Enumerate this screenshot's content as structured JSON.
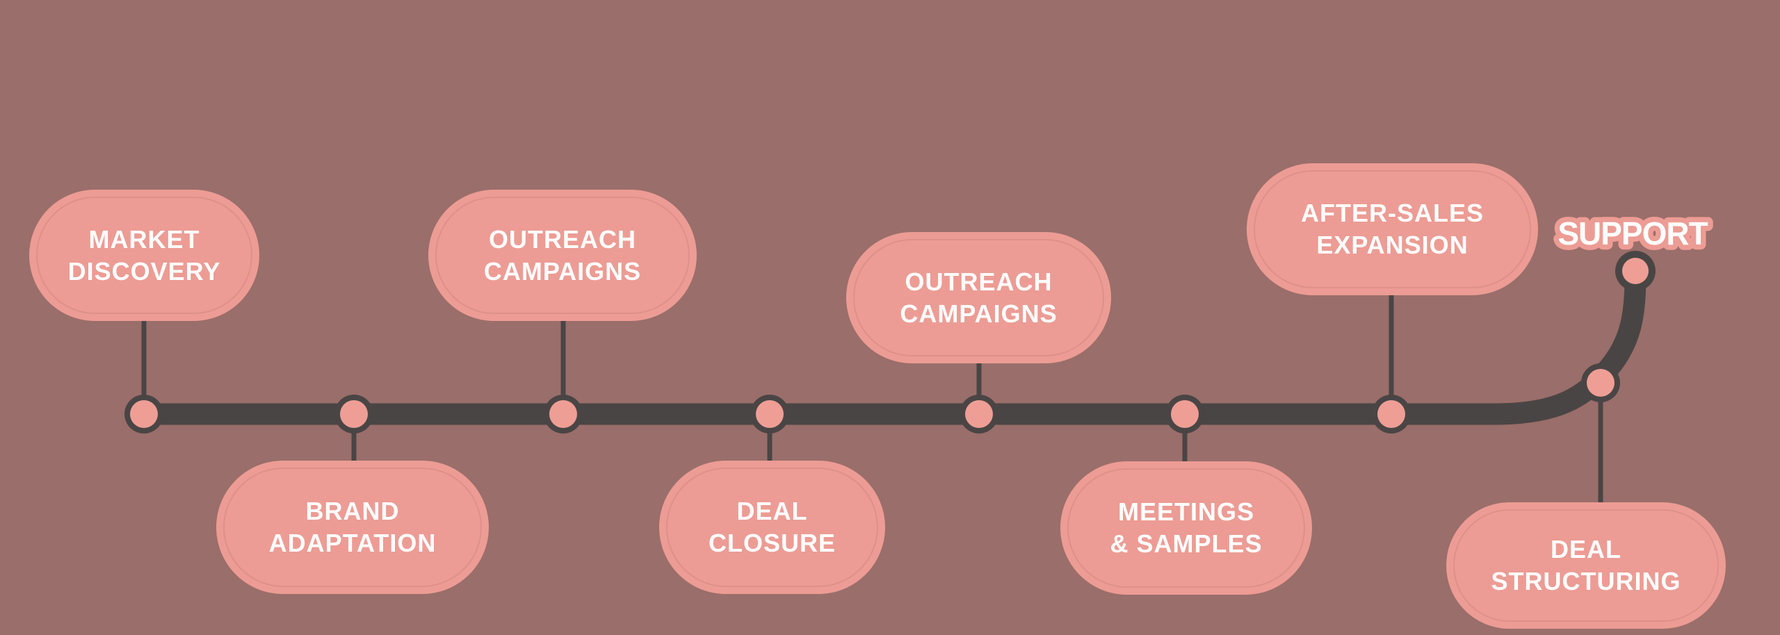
{
  "colors": {
    "background": "#9a6e6a",
    "pill": "#ec9c94",
    "node_fill": "#ee9e95",
    "line": "#4a4545",
    "label_text": "#ffffff",
    "support_outline": "#ec9c94"
  },
  "timeline": {
    "stages": [
      {
        "label_line1": "MARKET",
        "label_line2": "DISCOVERY",
        "placement": "above"
      },
      {
        "label_line1": "BRAND",
        "label_line2": "ADAPTATION",
        "placement": "below"
      },
      {
        "label_line1": "OUTREACH",
        "label_line2": "CAMPAIGNS",
        "placement": "above"
      },
      {
        "label_line1": "DEAL",
        "label_line2": "CLOSURE",
        "placement": "below"
      },
      {
        "label_line1": "OUTREACH",
        "label_line2": "CAMPAIGNS",
        "placement": "above"
      },
      {
        "label_line1": "MEETINGS",
        "label_line2": "& SAMPLES",
        "placement": "below"
      },
      {
        "label_line1": "AFTER-SALES",
        "label_line2": "EXPANSION",
        "placement": "above"
      },
      {
        "label_line1": "DEAL",
        "label_line2": "STRUCTURING",
        "placement": "below"
      },
      {
        "label_line1": "SUPPORT",
        "label_line2": "",
        "placement": "end"
      }
    ]
  }
}
